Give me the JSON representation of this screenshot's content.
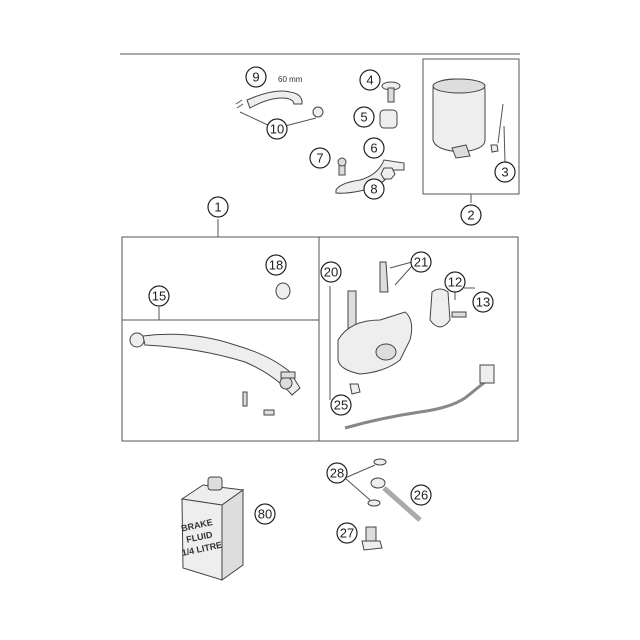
{
  "diagram": {
    "dimension_label": "60 mm",
    "brake_fluid_label": [
      "BRAKE",
      "FLUID",
      "1/4 LITRE"
    ],
    "callouts": [
      "1",
      "2",
      "3",
      "4",
      "5",
      "6",
      "7",
      "8",
      "9",
      "10",
      "12",
      "13",
      "15",
      "18",
      "20",
      "21",
      "25",
      "26",
      "27",
      "28",
      "80"
    ]
  }
}
